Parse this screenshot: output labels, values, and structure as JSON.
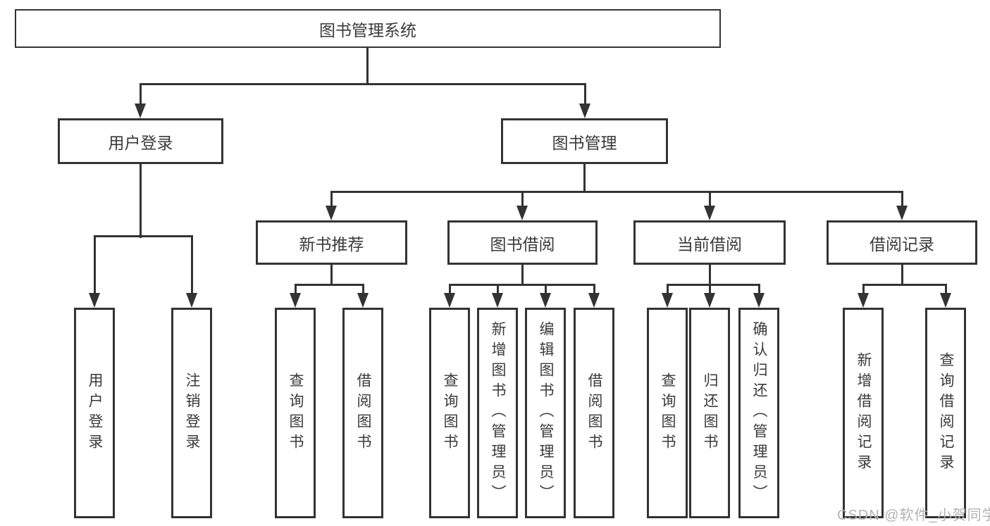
{
  "title": "图书管理系统",
  "colors": {
    "line": "#333333",
    "box_border": "#333333",
    "text": "#3a3a3a",
    "watermark": "#b3b3b3",
    "background": "#ffffff"
  },
  "tree": {
    "label": "图书管理系统",
    "children": [
      {
        "label": "用户登录",
        "children": [
          {
            "label": "用户登录"
          },
          {
            "label": "注销登录"
          }
        ]
      },
      {
        "label": "图书管理",
        "children": [
          {
            "label": "新书推荐",
            "children": [
              {
                "label": "查询图书"
              },
              {
                "label": "借阅图书"
              }
            ]
          },
          {
            "label": "图书借阅",
            "children": [
              {
                "label": "查询图书"
              },
              {
                "label": "新增图书（管理员）"
              },
              {
                "label": "编辑图书（管理员）"
              },
              {
                "label": "借阅图书"
              }
            ]
          },
          {
            "label": "当前借阅",
            "children": [
              {
                "label": "查询图书"
              },
              {
                "label": "归还图书"
              },
              {
                "label": "确认归还（管理员）"
              }
            ]
          },
          {
            "label": "借阅记录",
            "children": [
              {
                "label": "新增借阅记录"
              },
              {
                "label": "查询借阅记录"
              }
            ]
          }
        ]
      }
    ]
  },
  "watermark": {
    "text": "CSDN @软件_小贺同学"
  }
}
